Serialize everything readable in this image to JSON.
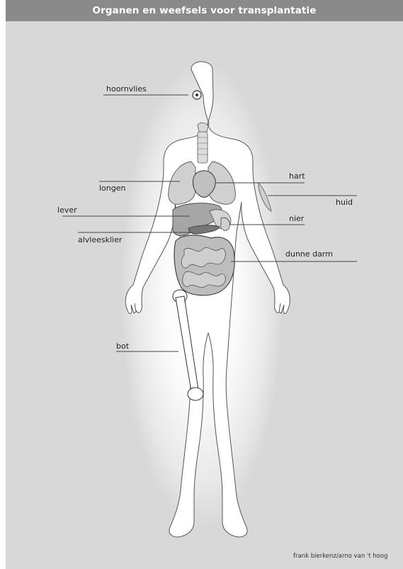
{
  "title": "Organen en weefsels voor transplantatie",
  "labels": {
    "hoornvlies": "hoornvlies",
    "longen": "longen",
    "lever": "lever",
    "alvleesklier": "alvleesklier",
    "bot": "bot",
    "hart": "hart",
    "huid": "huid",
    "nier": "nier",
    "dunne_darm": "dunne darm"
  },
  "credit": "frank bierkenz/arno van 't hoog",
  "colors": {
    "title_bar": "#8a8a8a",
    "frame": "#d8d8d8",
    "body": "#ffffff",
    "organ": "#c8c8c8",
    "organ_dark": "#909090"
  }
}
